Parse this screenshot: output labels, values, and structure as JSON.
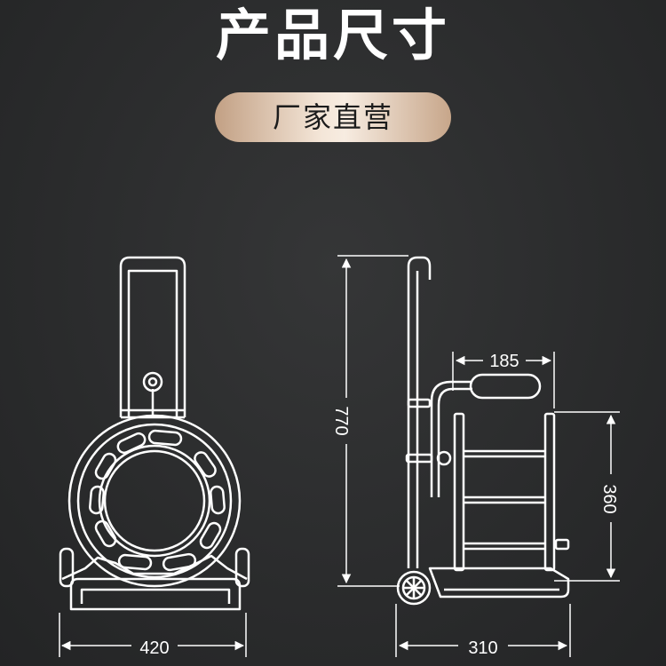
{
  "header": {
    "title": "产品尺寸",
    "badge_text": "厂家直营"
  },
  "dimensions": {
    "front_width": "420",
    "side_height": "770",
    "handle_width": "185",
    "reel_height": "360",
    "side_depth": "310"
  },
  "colors": {
    "background": "#2c2d2e",
    "line": "#ffffff",
    "badge_gold": "#d9bca2"
  }
}
